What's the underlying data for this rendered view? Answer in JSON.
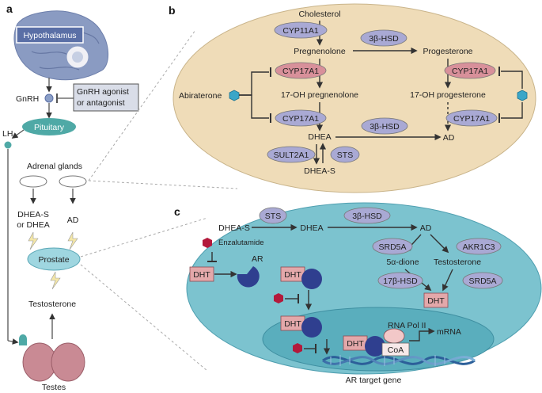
{
  "panels": {
    "a": "a",
    "b": "b",
    "c": "c"
  },
  "panel_a": {
    "hypothalamus": "Hypothalamus",
    "gnrh": "GnRH",
    "gnrh_drug_line1": "GnRH agonist",
    "gnrh_drug_line2": "or antagonist",
    "lh": "LH",
    "pituitary": "Pituitary",
    "adrenal_glands": "Adrenal glands",
    "dhea_line1": "DHEA-S",
    "dhea_line2": "or DHEA",
    "ad": "AD",
    "prostate": "Prostate",
    "testosterone": "Testosterone",
    "testes": "Testes"
  },
  "panel_b": {
    "cholesterol": "Cholesterol",
    "cyp11a1": "CYP11A1",
    "hsd_top": "3β-HSD",
    "pregnenolone": "Pregnenolone",
    "progesterone": "Progesterone",
    "cyp17a1_tl": "CYP17A1",
    "cyp17a1_tr": "CYP17A1",
    "abiraterone": "Abiraterone",
    "oh_preg": "17-OH pregnenolone",
    "oh_prog": "17-OH progesterone",
    "cyp17a1_bl": "CYP17A1",
    "cyp17a1_br": "CYP17A1",
    "dhea": "DHEA",
    "hsd_mid": "3β-HSD",
    "ad": "AD",
    "sult2a1": "SULT2A1",
    "sts": "STS",
    "dhea_s": "DHEA-S"
  },
  "panel_c": {
    "dhea_s": "DHEA-S",
    "sts": "STS",
    "dhea": "DHEA",
    "hsd3b": "3β-HSD",
    "ad": "AD",
    "enzalutamide": "Enzalutamide",
    "ar": "AR",
    "dht1": "DHT",
    "srd5a_1": "SRD5A",
    "akr1c3": "AKR1C3",
    "dione": "5α-dione",
    "testosterone": "Testosterone",
    "dht2": "DHT",
    "hsd17b": "17β-HSD",
    "srd5a_2": "SRD5A",
    "dht3": "DHT",
    "dht4": "DHT",
    "dht5": "DHT",
    "rna_pol": "RNA Pol II",
    "coa": "CoA",
    "mrna": "mRNA",
    "ar_target": "AR target gene"
  },
  "colors": {
    "brain": "#7b8fb8",
    "hypothalamus_box": "#5a6fa6",
    "pituitary": "#4fa9a6",
    "adrenal": "#ffffff",
    "prostate": "#9fd6e0",
    "testes": "#c98a94",
    "panel_b_bg": "#efdcb8",
    "panel_c_bg": "#7cc3cf",
    "nucleus": "#5aaebd",
    "enzyme_purple": "#a9a9d4",
    "enzyme_red": "#d8909a",
    "dht_box": "#e3a8aa",
    "drug_hex": "#b3193b",
    "abiraterone_hex": "#3aa6c8",
    "receptor": "#2f3f8f"
  }
}
